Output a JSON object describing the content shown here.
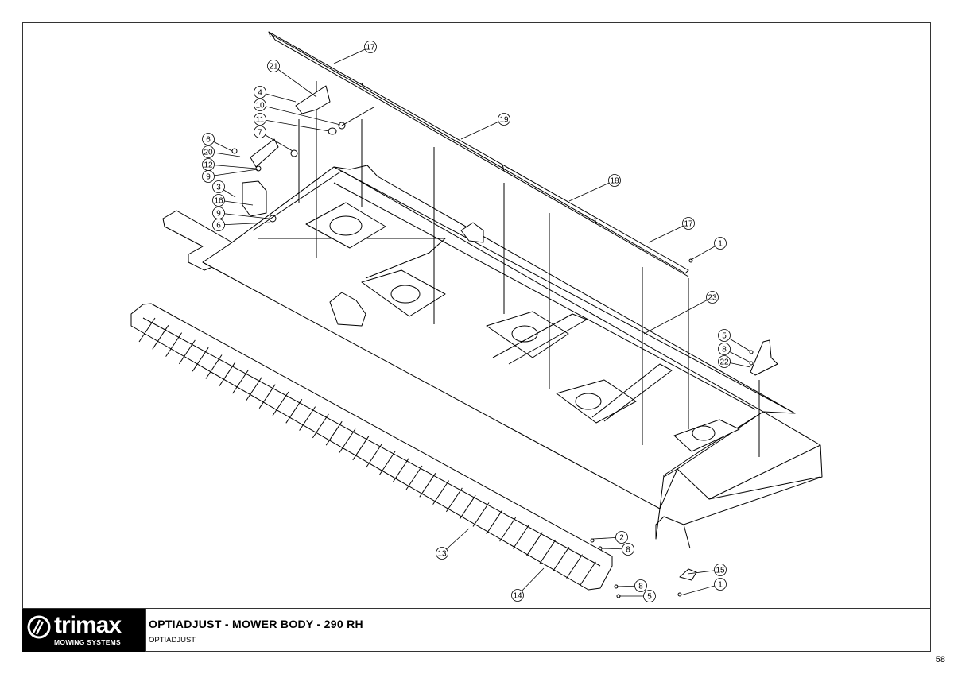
{
  "title_block": {
    "logo_name": "trimax",
    "logo_tagline": "MOWING SYSTEMS",
    "title": "OPTIADJUST - MOWER BODY - 290 RH",
    "subtitle": "OPTIADJUST"
  },
  "page_number": "58",
  "callouts": [
    {
      "id": "c17a",
      "label": "17"
    },
    {
      "id": "c21",
      "label": "21"
    },
    {
      "id": "c4",
      "label": "4"
    },
    {
      "id": "c10",
      "label": "10"
    },
    {
      "id": "c11",
      "label": "11"
    },
    {
      "id": "c7",
      "label": "7"
    },
    {
      "id": "c6a",
      "label": "6"
    },
    {
      "id": "c20",
      "label": "20"
    },
    {
      "id": "c12",
      "label": "12"
    },
    {
      "id": "c9a",
      "label": "9"
    },
    {
      "id": "c3",
      "label": "3"
    },
    {
      "id": "c16",
      "label": "16"
    },
    {
      "id": "c9b",
      "label": "9"
    },
    {
      "id": "c6b",
      "label": "6"
    },
    {
      "id": "c19",
      "label": "19"
    },
    {
      "id": "c18",
      "label": "18"
    },
    {
      "id": "c17b",
      "label": "17"
    },
    {
      "id": "c1a",
      "label": "1"
    },
    {
      "id": "c23",
      "label": "23"
    },
    {
      "id": "c5a",
      "label": "5"
    },
    {
      "id": "c8a",
      "label": "8"
    },
    {
      "id": "c22",
      "label": "22"
    },
    {
      "id": "c2",
      "label": "2"
    },
    {
      "id": "c8b",
      "label": "8"
    },
    {
      "id": "c13",
      "label": "13"
    },
    {
      "id": "c15",
      "label": "15"
    },
    {
      "id": "c1b",
      "label": "1"
    },
    {
      "id": "c8c",
      "label": "8"
    },
    {
      "id": "c14",
      "label": "14"
    },
    {
      "id": "c5b",
      "label": "5"
    }
  ]
}
